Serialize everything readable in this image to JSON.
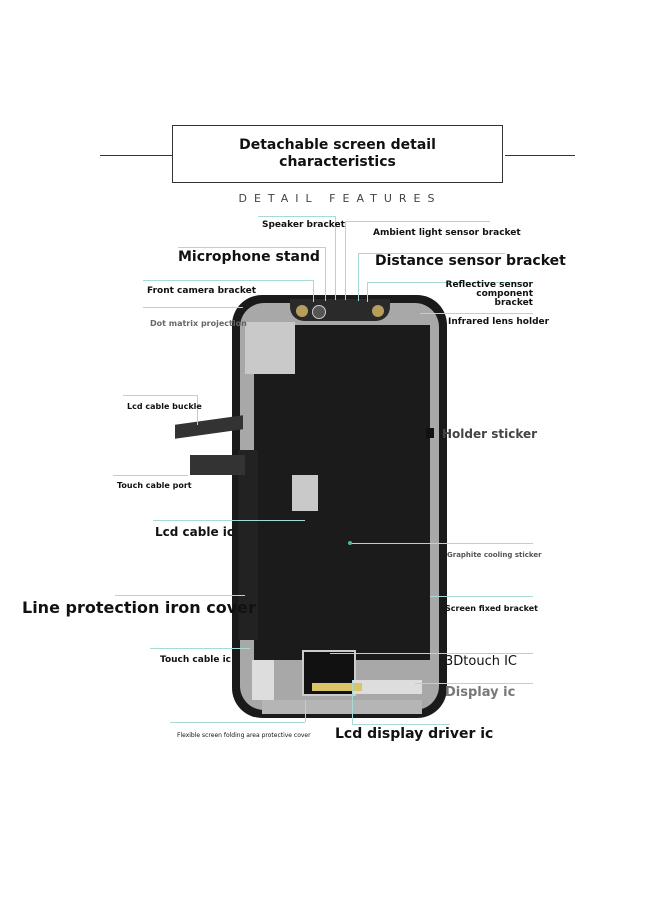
{
  "title": "Detachable screen detail characteristics",
  "subtitle": "DETAIL FEATURES",
  "labels": {
    "speaker": "Speaker bracket",
    "ambient": "Ambient light sensor bracket",
    "microphone": "Microphone stand",
    "distance": "Distance sensor bracket",
    "front_camera": "Front camera bracket",
    "reflective": "Reflective sensor component bracket",
    "dot_matrix": "Dot matrix projection",
    "infrared": "Infrared lens holder",
    "lcd_buckle": "Lcd cable buckle",
    "holder_sticker": "Holder sticker",
    "touch_port": "Touch cable port",
    "lcd_ic": "Lcd cable ic",
    "graphite": "Graphite cooling sticker",
    "line_protection": "Line protection iron cover",
    "screen_fixed": "Screen fixed bracket",
    "touch_ic": "Touch cable ic",
    "touch3d": "3Dtouch IC",
    "display_ic": "Display ic",
    "flexible": "Flexible screen folding area protective cover",
    "driver_ic": "Lcd display driver ic"
  },
  "colors": {
    "leader": "#a9d9d5",
    "frame": "#1a1a1a"
  }
}
